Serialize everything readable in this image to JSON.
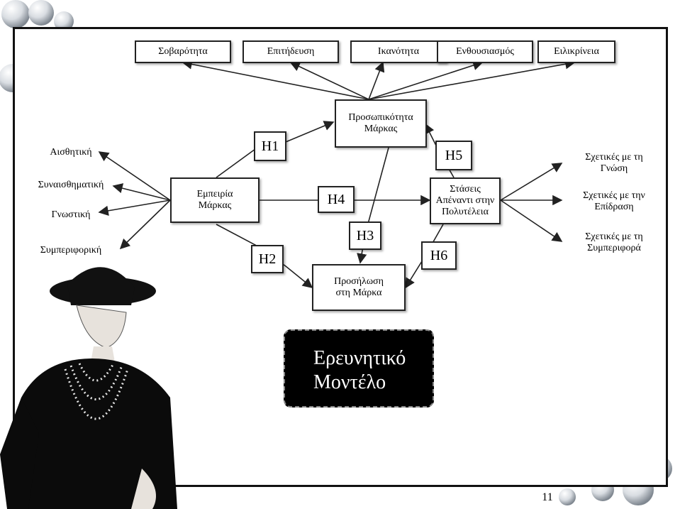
{
  "traits": [
    "Σοβαρότητα",
    "Επιτήδευση",
    "Ικανότητα",
    "Ενθουσιασμός",
    "Ειλικρίνεια"
  ],
  "experience_dimensions": [
    "Αισθητική",
    "Συναισθηματική",
    "Γνωστική",
    "Συμπεριφορική"
  ],
  "constructs": {
    "brand_experience": "Εμπειρία\nΜάρκας",
    "brand_personality": "Προσωπικότητα\nΜάρκας",
    "brand_attachment": "Προσήλωση\nστη Μάρκα",
    "luxury_attitudes": "Στάσεις\nΑπέναντι στην\nΠολυτέλεια"
  },
  "attitude_dimensions": [
    "Σχετικές με τη\nΓνώση",
    "Σχετικές με την\nΕπίδραση",
    "Σχετικές με τη\nΣυμπεριφορά"
  ],
  "hypotheses": [
    "H1",
    "H2",
    "H3",
    "H4",
    "H5",
    "H6"
  ],
  "model_title": "Ερευνητικό\nΜοντέλο",
  "page_number": "11"
}
